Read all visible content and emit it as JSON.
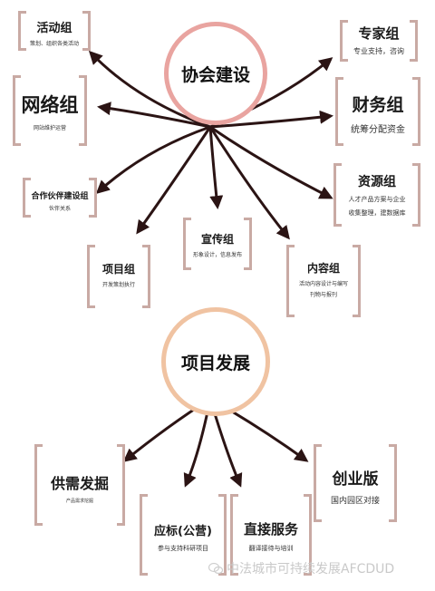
{
  "centers": {
    "top": "协会建设",
    "bottom": "项目发展"
  },
  "groups": [
    {
      "title": "活动组",
      "sub": "策划、组织各类活动"
    },
    {
      "title": "专家组",
      "sub": "专业支持，咨询"
    },
    {
      "title": "网络组",
      "sub": "网站维护运营"
    },
    {
      "title": "财务组",
      "sub": "统筹分配资金"
    },
    {
      "title": "合作伙伴建设组",
      "sub": "伙伴关系"
    },
    {
      "title": "资源组",
      "sub": "人才产品方案与企业",
      "sub2": "收集整理，建数据库"
    },
    {
      "title": "宣传组",
      "sub": "形象设计，信息发布"
    },
    {
      "title": "项目组",
      "sub": "开发策划执行"
    },
    {
      "title": "内容组",
      "sub": "活动内容设计与编写",
      "sub2": "刊物与报刊"
    }
  ],
  "projects": [
    {
      "title": "供需发掘",
      "sub": "产品需求挖掘"
    },
    {
      "title": "创业版",
      "sub": "国内园区对接"
    },
    {
      "title": "应标(公营)",
      "sub": "参与支持科研项目"
    },
    {
      "title": "直接服务",
      "sub": "翻译接待与培训"
    }
  ],
  "watermark": "中法城市可持续发展AFCDUD",
  "colors": {
    "arrow": "#2b1414",
    "circle_top": "#e9a4a0",
    "circle_bottom": "#f0c3a2",
    "bracket": "#c9aaa4"
  }
}
